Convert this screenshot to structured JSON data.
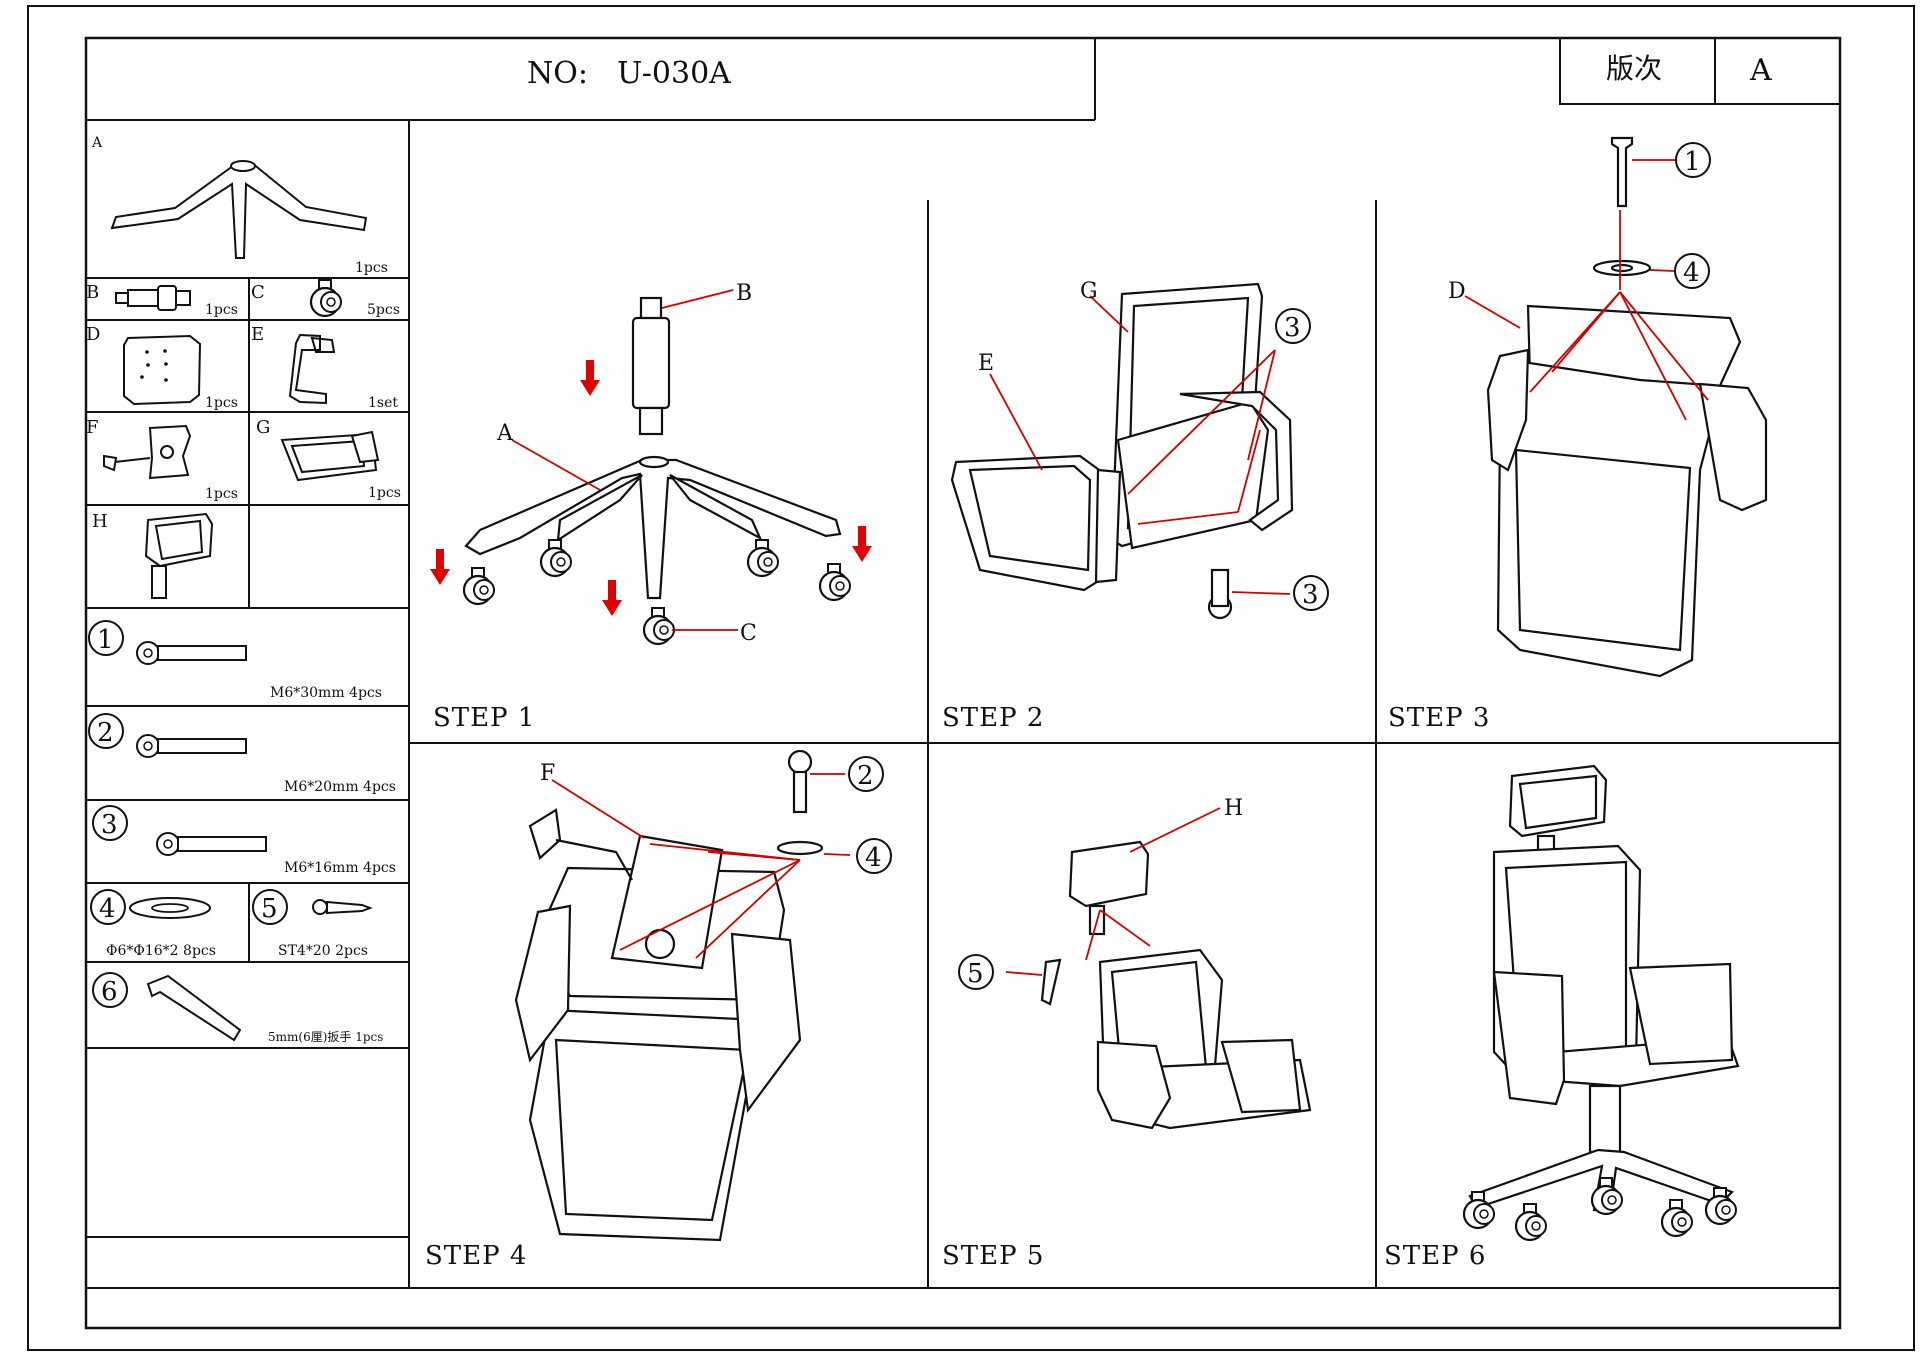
{
  "header": {
    "no_label": "NO:",
    "model": "U-030A",
    "version_label": "版次",
    "version_value": "A"
  },
  "parts": [
    {
      "letter": "A",
      "qty": "1pcs"
    },
    {
      "letter": "B",
      "qty": "1pcs"
    },
    {
      "letter": "C",
      "qty": "5pcs"
    },
    {
      "letter": "D",
      "qty": "1pcs"
    },
    {
      "letter": "E",
      "qty": "1set"
    },
    {
      "letter": "F",
      "qty": "1pcs"
    },
    {
      "letter": "G",
      "qty": "1pcs"
    },
    {
      "letter": "H",
      "qty": ""
    }
  ],
  "hardware": [
    {
      "num": "1",
      "spec": "M6*30mm   4pcs"
    },
    {
      "num": "2",
      "spec": "M6*20mm   4pcs"
    },
    {
      "num": "3",
      "spec": "M6*16mm   4pcs"
    },
    {
      "num": "4",
      "spec": "Φ6*Φ16*2  8pcs"
    },
    {
      "num": "5",
      "spec": "ST4*20  2pcs"
    },
    {
      "num": "6",
      "spec": "5mm(6厘)扳手   1pcs"
    }
  ],
  "steps": [
    {
      "label": "STEP  1"
    },
    {
      "label": "STEP  2"
    },
    {
      "label": "STEP  3"
    },
    {
      "label": "STEP  4"
    },
    {
      "label": "STEP  5"
    },
    {
      "label": "STEP  6"
    }
  ],
  "callouts": {
    "s1": [
      "B",
      "A",
      "C"
    ],
    "s2": [
      "G",
      "E",
      "3",
      "3"
    ],
    "s3": [
      "D",
      "1",
      "4"
    ],
    "s4": [
      "F",
      "2",
      "4"
    ],
    "s5": [
      "H",
      "5"
    ]
  },
  "colors": {
    "line": "#111111",
    "arrow": "#e00000",
    "leader": "#d00000"
  }
}
